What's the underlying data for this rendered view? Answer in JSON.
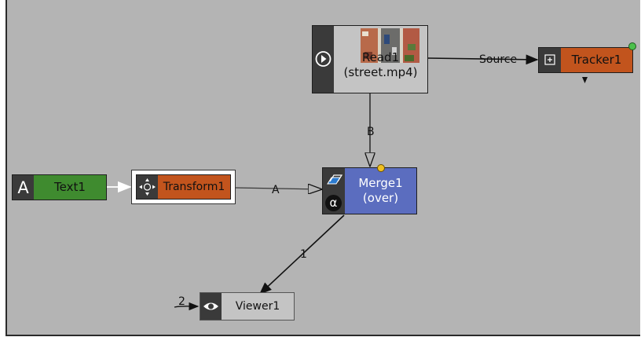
{
  "nodes": {
    "read": {
      "name": "Read1",
      "file": "(street.mp4)",
      "side_icon": "play-circle-icon",
      "thumbnail": "street-video-thumbnail",
      "color": "#c4c4c4"
    },
    "tracker": {
      "name": "Tracker1",
      "side_icon": "tracker-target-icon",
      "badge_icon": "green-status-dot-icon",
      "color": "#c2541d"
    },
    "text": {
      "name": "Text1",
      "side_letter": "A",
      "color": "#3f8b2f"
    },
    "transform": {
      "name": "Transform1",
      "side_icon": "move-arrows-icon",
      "color": "#c2541d"
    },
    "merge": {
      "name": "Merge1",
      "op": "(over)",
      "side_letter": "α",
      "side_icon": "layers-icon",
      "badge_icon": "yellow-status-dot-icon",
      "color": "#5b6dbf"
    },
    "viewer": {
      "name": "Viewer1",
      "side_icon": "eye-icon",
      "color": "#c4c4c4"
    }
  },
  "edges": {
    "source_label": "Source",
    "b_label": "B",
    "a_label": "A",
    "one_label": "1",
    "two_label": "2"
  }
}
